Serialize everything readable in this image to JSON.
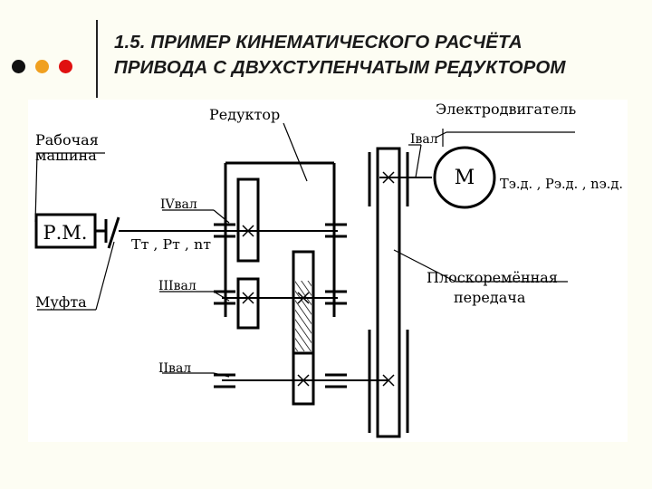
{
  "slide": {
    "title_line1": "1.5. ПРИМЕР КИНЕМАТИЧЕСКОГО РАСЧЁТА",
    "title_line2": "ПРИВОДА С ДВУХСТУПЕНЧАТЫМ РЕДУКТОРОМ",
    "bullet_colors": [
      "#111111",
      "#f0a020",
      "#e01010"
    ]
  },
  "diagram": {
    "labels": {
      "reducer": "Редуктор",
      "motor_caption": "Электродвигатель",
      "working_machine_l1": "Рабочая",
      "working_machine_l2": "машина",
      "coupling": "Муфта",
      "belt_l1": "Плоскоремённая",
      "belt_l2": "передача",
      "shaft_1": "Iвал",
      "shaft_2": "IIвал",
      "shaft_3": "IIIвал",
      "shaft_4": "IVвал",
      "machine_box": "Р.М.",
      "motor_symbol": "M",
      "output_params": "Tт , Рт , nт",
      "motor_params": "Tэ.д. , Рэ.д. , nэ.д."
    }
  }
}
